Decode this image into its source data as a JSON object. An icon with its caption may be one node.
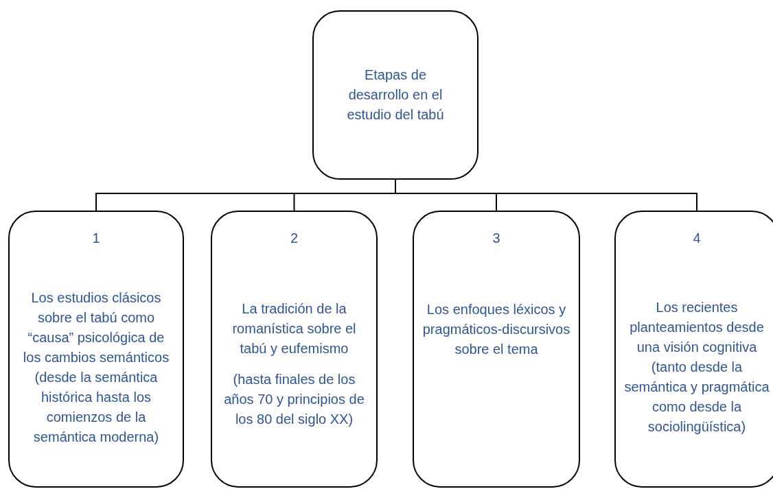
{
  "diagram": {
    "nodes": [
      {
        "text": [
          "Etapas de desarrollo en el estudio del tabú"
        ]
      },
      {
        "text": [
          "1",
          "Los estudios clásicos sobre el tabú como “causa” psicológica de los cambios semánticos (desde la semántica histórica hasta los comienzos de la semántica moderna)"
        ]
      },
      {
        "text": [
          "2",
          "La tradición de la romanística sobre el tabú y eufemismo",
          "(hasta finales de los años 70 y principios de los 80 del siglo XX)"
        ]
      },
      {
        "text": [
          "3",
          "Los enfoques léxicos y pragmáticos-discursivos sobre el tema"
        ]
      },
      {
        "text": [
          "4",
          "Los recientes planteamientos desde una visión cognitiva (tanto desde la semántica y pragmática como desde la sociolingüística)"
        ]
      }
    ],
    "edges": [
      {
        "from": 0,
        "to": 1,
        "arrow": "none"
      },
      {
        "from": 0,
        "to": 2,
        "arrow": "none"
      },
      {
        "from": 0,
        "to": 3,
        "arrow": "none"
      },
      {
        "from": 0,
        "to": 4,
        "arrow": "none"
      }
    ]
  }
}
